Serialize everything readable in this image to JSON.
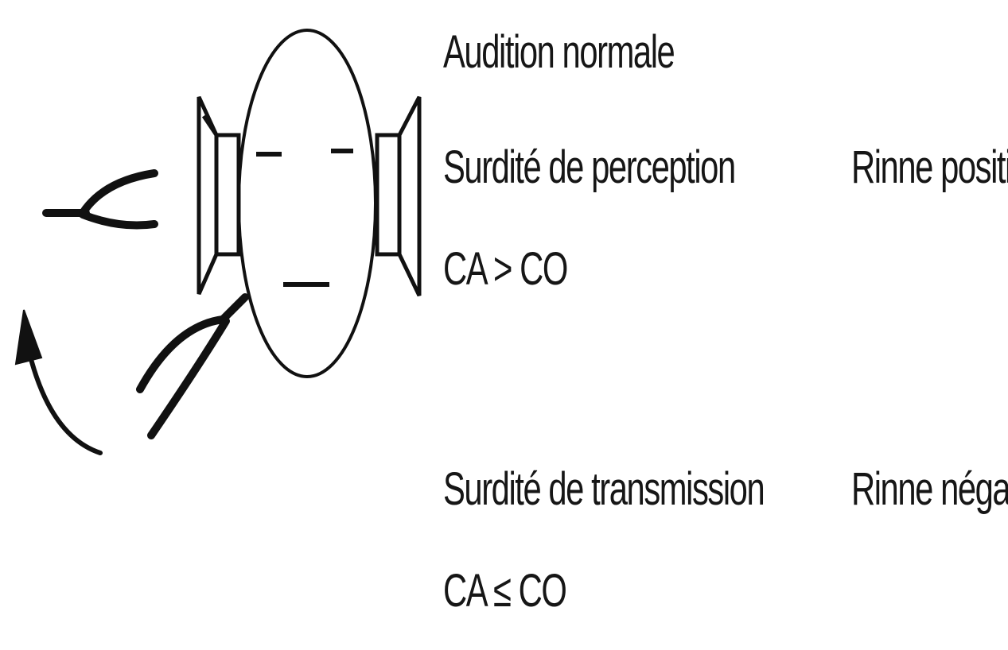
{
  "labels": {
    "normal_hearing": "Audition normale",
    "sensorineural": "Surdité de perception",
    "sensorineural_relation": "CA > CO",
    "rinne_positive": "Rinne positif",
    "conductive": "Surdité de transmission",
    "conductive_relation": "CA ≤ CO",
    "rinne_negative": "Rinne négatif"
  },
  "colors": {
    "ink": "#111111",
    "text": "#161616",
    "background": "#ffffff"
  },
  "icons": {
    "head": "head-outline-icon",
    "left_ear": "ear-icon",
    "right_ear": "ear-icon",
    "fork_air": "tuning-fork-icon",
    "fork_bone": "tuning-fork-icon",
    "arrow": "curved-arrow-icon"
  }
}
